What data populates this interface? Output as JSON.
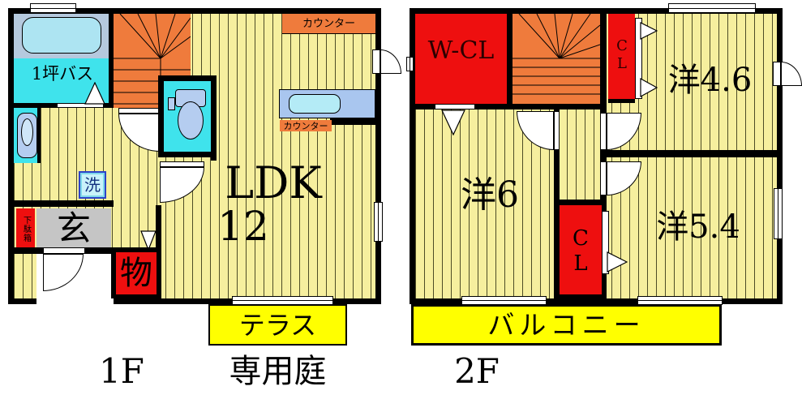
{
  "floor1": {
    "bath_label": "1坪バス",
    "laundry_label": "洗",
    "shoe_cabinet_label": "下駄箱",
    "entrance_label": "玄",
    "storage_label": "物",
    "ldk_label": "LDK",
    "ldk_area": "12",
    "counter_top_label": "カウンター",
    "counter_kitchen_label": "カウンター",
    "terrace_label": "テラス",
    "caption": "1F"
  },
  "floor2": {
    "wcl_label": "W-CL",
    "closet_hall_label": "CL",
    "closet_46_label": "CL",
    "room46_label": "洋4.6",
    "room6_label": "洋6",
    "room54_label": "洋5.4",
    "balcony_label": "バルコニー",
    "caption": "2F"
  },
  "caption_garden": "専用庭",
  "colors": {
    "wall": "#000000",
    "floor_yellow": "#f6ef9e",
    "stairs_orange": "#ef7b3c",
    "closet_red": "#ee0f0f",
    "wet_area_cyan": "#3fe3ec",
    "bath_background": "#b5c9de",
    "fixture_blue": "#b5cdf0",
    "kitchen_counter_blue": "#a9c6ef",
    "sink_cyan": "#b4ebf6",
    "entrance_gray": "#c5c5c5",
    "terrace_yellow": "#ffff00"
  }
}
